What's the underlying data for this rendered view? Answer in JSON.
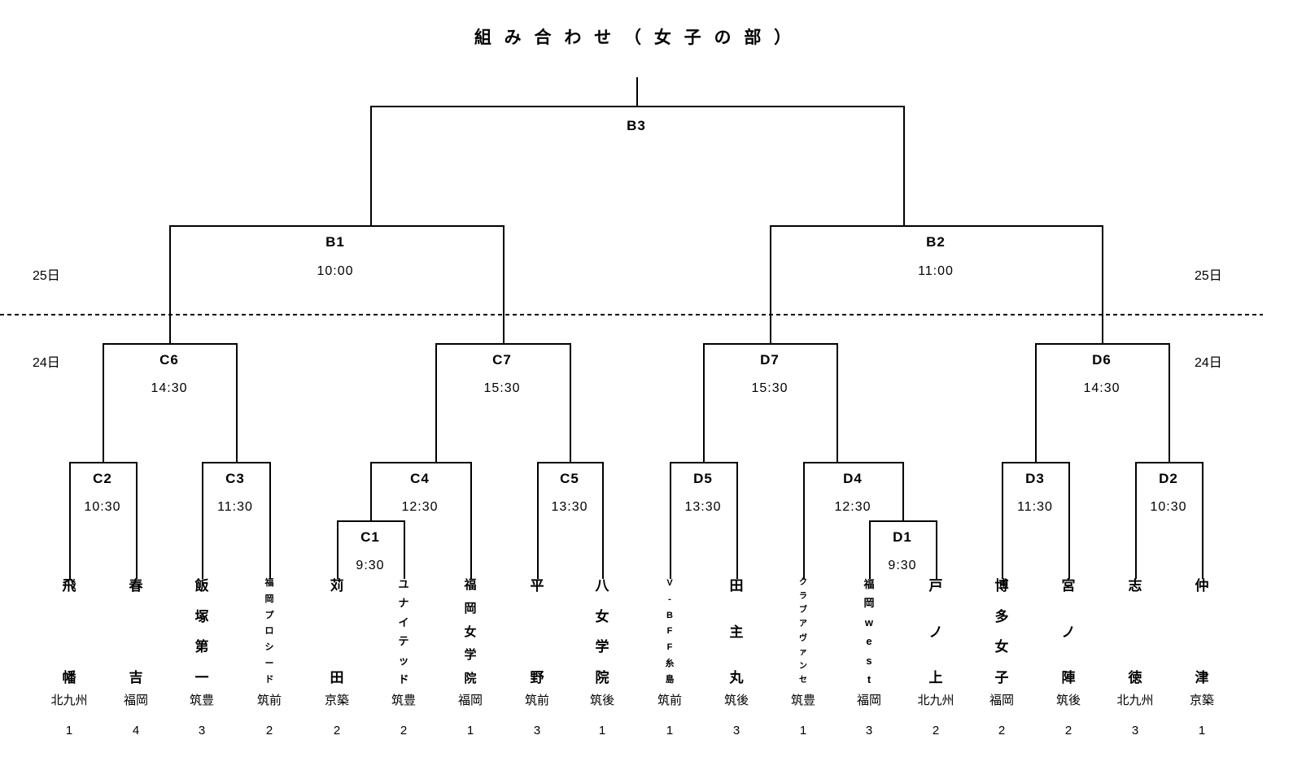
{
  "title": "組 み 合 わ せ （ 女 子 の 部 ）",
  "days": {
    "left_25": "25日",
    "left_24": "24日",
    "right_25": "25日",
    "right_24": "24日"
  },
  "matches": {
    "B3": {
      "label": "B3"
    },
    "B1": {
      "label": "B1",
      "time": "10:00"
    },
    "B2": {
      "label": "B2",
      "time": "11:00"
    },
    "C6": {
      "label": "C6",
      "time": "14:30"
    },
    "C7": {
      "label": "C7",
      "time": "15:30"
    },
    "D7": {
      "label": "D7",
      "time": "15:30"
    },
    "D6": {
      "label": "D6",
      "time": "14:30"
    },
    "C2": {
      "label": "C2",
      "time": "10:30"
    },
    "C3": {
      "label": "C3",
      "time": "11:30"
    },
    "C4": {
      "label": "C4",
      "time": "12:30"
    },
    "C5": {
      "label": "C5",
      "time": "13:30"
    },
    "D5": {
      "label": "D5",
      "time": "13:30"
    },
    "D4": {
      "label": "D4",
      "time": "12:30"
    },
    "D3": {
      "label": "D3",
      "time": "11:30"
    },
    "D2": {
      "label": "D2",
      "time": "10:30"
    },
    "C1": {
      "label": "C1",
      "time": "9:30"
    },
    "D1": {
      "label": "D1",
      "time": "9:30"
    }
  },
  "teams": [
    {
      "name": "飛幡",
      "region": "北九州",
      "seed": "1"
    },
    {
      "name": "春吉",
      "region": "福岡",
      "seed": "4"
    },
    {
      "name": "飯塚第一",
      "region": "筑豊",
      "seed": "3"
    },
    {
      "name": "福岡プロシード",
      "region": "筑前",
      "seed": "2"
    },
    {
      "name": "苅田",
      "region": "京築",
      "seed": "2"
    },
    {
      "name": "ユナイテッド",
      "region": "筑豊",
      "seed": "2"
    },
    {
      "name": "福岡女学院",
      "region": "福岡",
      "seed": "1"
    },
    {
      "name": "平野",
      "region": "筑前",
      "seed": "3"
    },
    {
      "name": "八女学院",
      "region": "筑後",
      "seed": "1"
    },
    {
      "name": "V-BFF糸島",
      "region": "筑前",
      "seed": "1"
    },
    {
      "name": "田主丸",
      "region": "筑後",
      "seed": "3"
    },
    {
      "name": "クラブアヴァンセ",
      "region": "筑豊",
      "seed": "1"
    },
    {
      "name": "福岡west",
      "region": "福岡",
      "seed": "3"
    },
    {
      "name": "戸ノ上",
      "region": "北九州",
      "seed": "2"
    },
    {
      "name": "博多女子",
      "region": "福岡",
      "seed": "2"
    },
    {
      "name": "宮ノ陣",
      "region": "筑後",
      "seed": "2"
    },
    {
      "name": "志徳",
      "region": "北九州",
      "seed": "3"
    },
    {
      "name": "仲津",
      "region": "京築",
      "seed": "1"
    }
  ]
}
